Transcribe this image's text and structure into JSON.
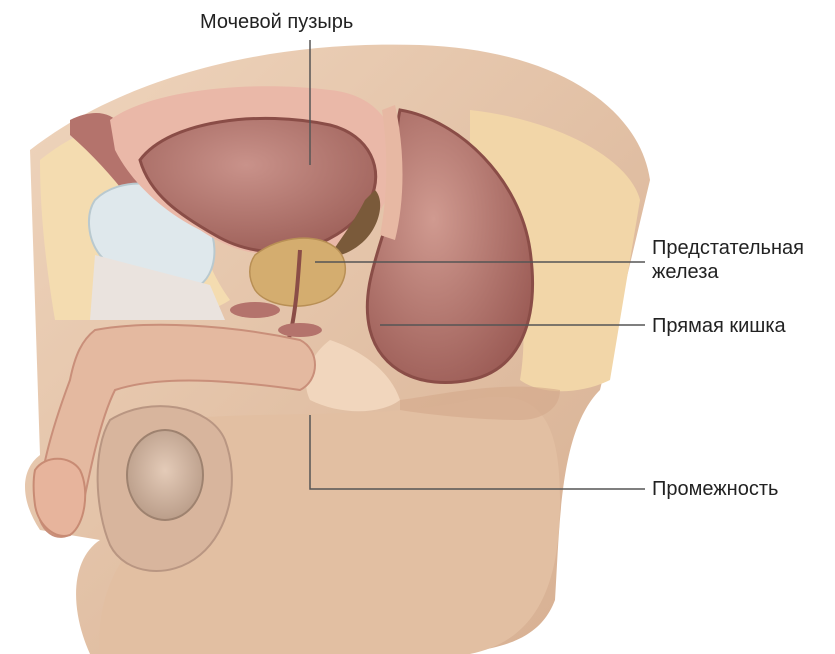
{
  "labels": {
    "bladder": "Мочевой пузырь",
    "prostate_line1": "Предстательная",
    "prostate_line2": "железа",
    "rectum": "Прямая кишка",
    "perineum": "Промежность"
  },
  "colors": {
    "skin": "#e9c9ad",
    "skin_shadow": "#d7ad8e",
    "fat": "#f4dcb0",
    "muscle": "#b97a73",
    "organ_dark": "#9c5b55",
    "organ_light": "#c98a83",
    "prostate": "#d4ad6f",
    "bone": "#dfe8ec",
    "leader": "#555555"
  }
}
